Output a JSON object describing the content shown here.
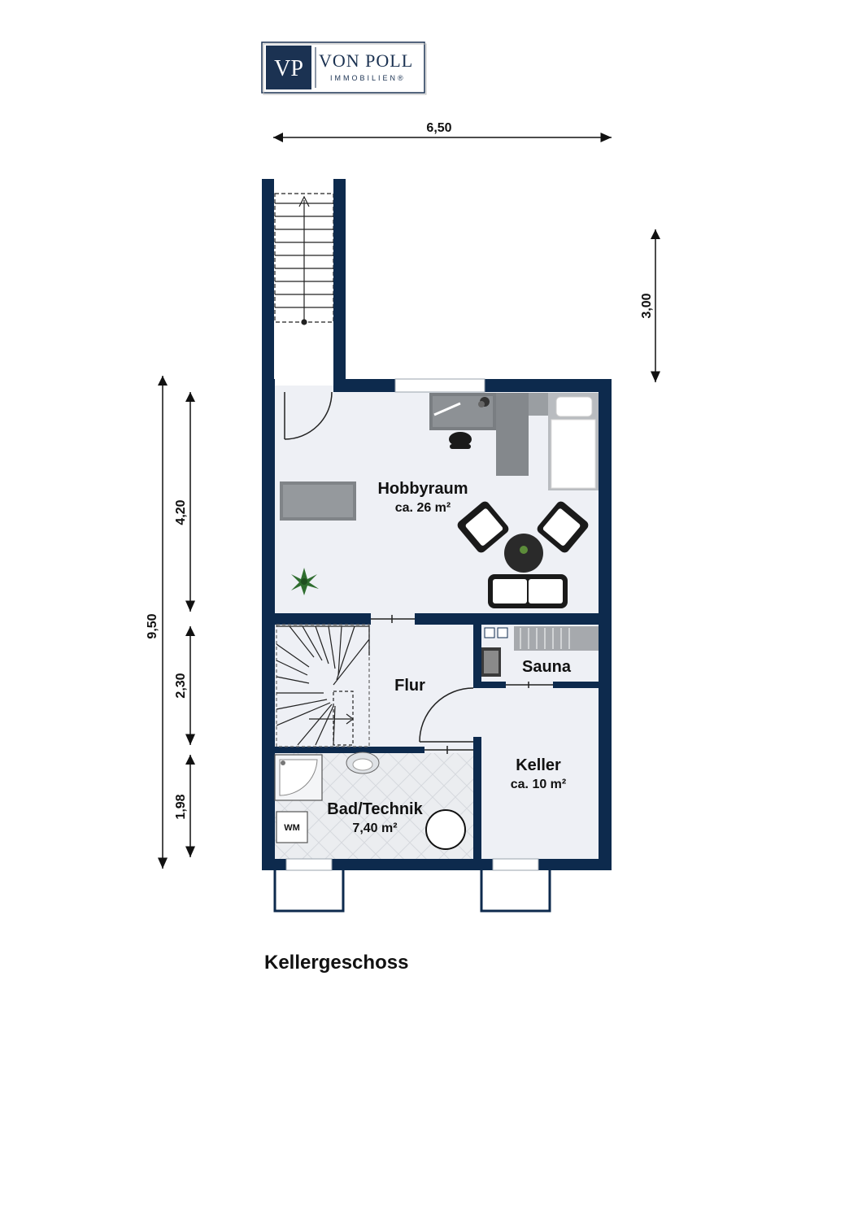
{
  "logo": {
    "monogram": "VP",
    "name": "VON POLL",
    "subtitle": "IMMOBILIEN®"
  },
  "colors": {
    "wall": "#0d2a4d",
    "floor": "#eef0f5",
    "tile": "#e8eaee",
    "logo_blue": "#1b3252"
  },
  "dimensions": {
    "top_width": "6,50",
    "right_height": "3,00",
    "left_total": "9,50",
    "left_hobby": "4,20",
    "left_flur": "2,30",
    "left_bad": "1,98"
  },
  "rooms": {
    "hobbyraum": {
      "name": "Hobbyraum",
      "area": "ca. 26 m²"
    },
    "flur": {
      "name": "Flur"
    },
    "sauna": {
      "name": "Sauna"
    },
    "keller": {
      "name": "Keller",
      "area": "ca. 10 m²"
    },
    "bad": {
      "name": "Bad/Technik",
      "area": "7,40 m²"
    }
  },
  "fixtures": {
    "washing_machine": "WM"
  },
  "floor_title": "Kellergeschoss"
}
